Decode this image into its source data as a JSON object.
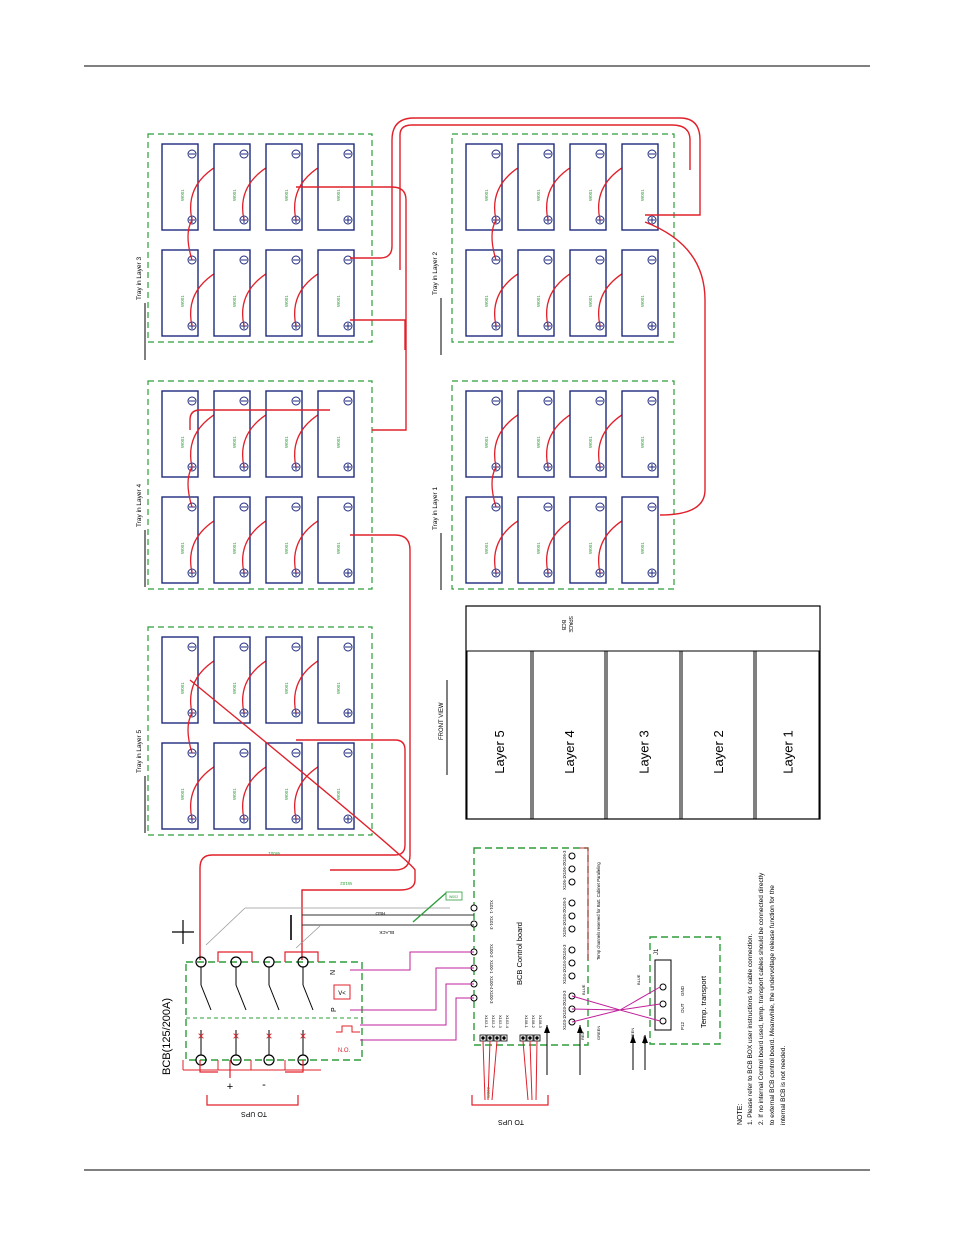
{
  "trays": [
    {
      "id": "layer3",
      "label": "Tray in Layer 3"
    },
    {
      "id": "layer4",
      "label": "Tray in Layer 4"
    },
    {
      "id": "layer5",
      "label": "Tray in Layer 5"
    },
    {
      "id": "layer2",
      "label": "Tray in Layer 2"
    },
    {
      "id": "layer1",
      "label": "Tray in Layer 1"
    }
  ],
  "front_view": {
    "label": "FRONT VIEW",
    "bcb_space": [
      "BCB",
      "SPACE"
    ],
    "layers": [
      "Layer 5",
      "Layer 4",
      "Layer 3",
      "Layer 2",
      "Layer 1"
    ]
  },
  "wire_labels": {
    "w001": "W001",
    "w002": "W002",
    "w102": "W102",
    "red": "RED",
    "black": "BLACK",
    "blue": "BLUE",
    "green": "GREEN",
    "w002_cable": "W002"
  },
  "bcb": {
    "label": "BCB(125/200A)",
    "no": "N.O.",
    "plus": "+",
    "minus": "-",
    "to_ups": "TO UPS",
    "coil_plus": "P",
    "coil_minus": "N",
    "coil": "V<"
  },
  "board": {
    "label": "BCB Control board",
    "temp_note": "Temp channels reserved for Batt. Cabinet Paralleling",
    "to_ups": "TO UPS",
    "left_terminals": [
      "X101-1",
      "X101-3",
      "X100-2",
      "X100-1",
      "X100-4",
      "X100-3"
    ],
    "right_terminals_top": [
      "X106-3",
      "X106-2",
      "X106-1",
      "X105-3",
      "X105-2",
      "X105-1",
      "X104-3",
      "X104-2",
      "X104-1",
      "X103-3",
      "X103-2",
      "X103-1"
    ],
    "bottom_terminals_a": [
      "X102-1",
      "X102-2",
      "X102-3",
      "X102-4"
    ],
    "bottom_terminals_b": [
      "X108-1",
      "X108-2",
      "X108-3"
    ]
  },
  "temp_transport": {
    "label": "Temp. transport",
    "connector": "J1",
    "pins": [
      "GND",
      "OUT",
      "P12"
    ]
  },
  "notes": {
    "heading": "NOTE:",
    "lines": [
      "1. Please refer to BCB BOX user instructions for cable connection.",
      "2. If no internal Control board used, temp. transport cables should be connected directly",
      "to external BCB control board. Meanwhile, the undervoltage release function for the",
      "internal BCB is not needed."
    ]
  }
}
